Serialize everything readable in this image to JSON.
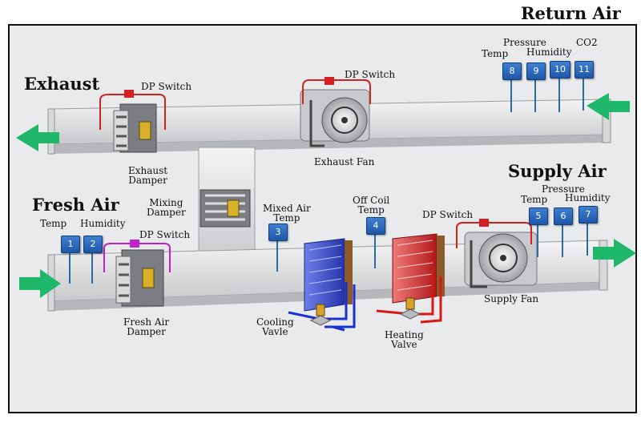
{
  "labels": {
    "return_air": "Return Air",
    "exhaust": "Exhaust",
    "fresh_air": "Fresh Air",
    "supply_air": "Supply Air",
    "dp_switch_exhaust": "DP Switch",
    "dp_switch_fan": "DP Switch",
    "dp_switch_fresh": "DP Switch",
    "dp_switch_supply": "DP Switch",
    "exhaust_fan": "Exhaust Fan",
    "exhaust_damper": "Exhaust\nDamper",
    "mixing_damper": "Mixing\nDamper",
    "fresh_air_damper": "Fresh Air\nDamper",
    "mixed_air_temp": "Mixed Air\nTemp",
    "off_coil_temp": "Off Coil\nTemp",
    "cooling_valve": "Cooling\nVavle",
    "heating_valve": "Heating\nValve",
    "supply_fan": "Supply Fan",
    "return_pressure": "Pressure",
    "return_temp": "Temp",
    "return_humidity": "Humidity",
    "return_co2": "CO2",
    "fresh_temp": "Temp",
    "fresh_humidity": "Humidity",
    "supply_temp": "Temp",
    "supply_pressure": "Pressure",
    "supply_humidity": "Humidity"
  },
  "sensors": {
    "s1": "1",
    "s2": "2",
    "s3": "3",
    "s4": "4",
    "s5": "5",
    "s6": "6",
    "s7": "7",
    "s8": "8",
    "s9": "9",
    "s10": "10",
    "s11": "11"
  },
  "colors": {
    "arrow": "#1fb86a",
    "dp_exhaust": "#d42020",
    "dp_fresh": "#c020c8",
    "cooling_pipe": "#1a2fd0",
    "heating_pipe": "#d81818",
    "sensor": "#2a63b8"
  }
}
